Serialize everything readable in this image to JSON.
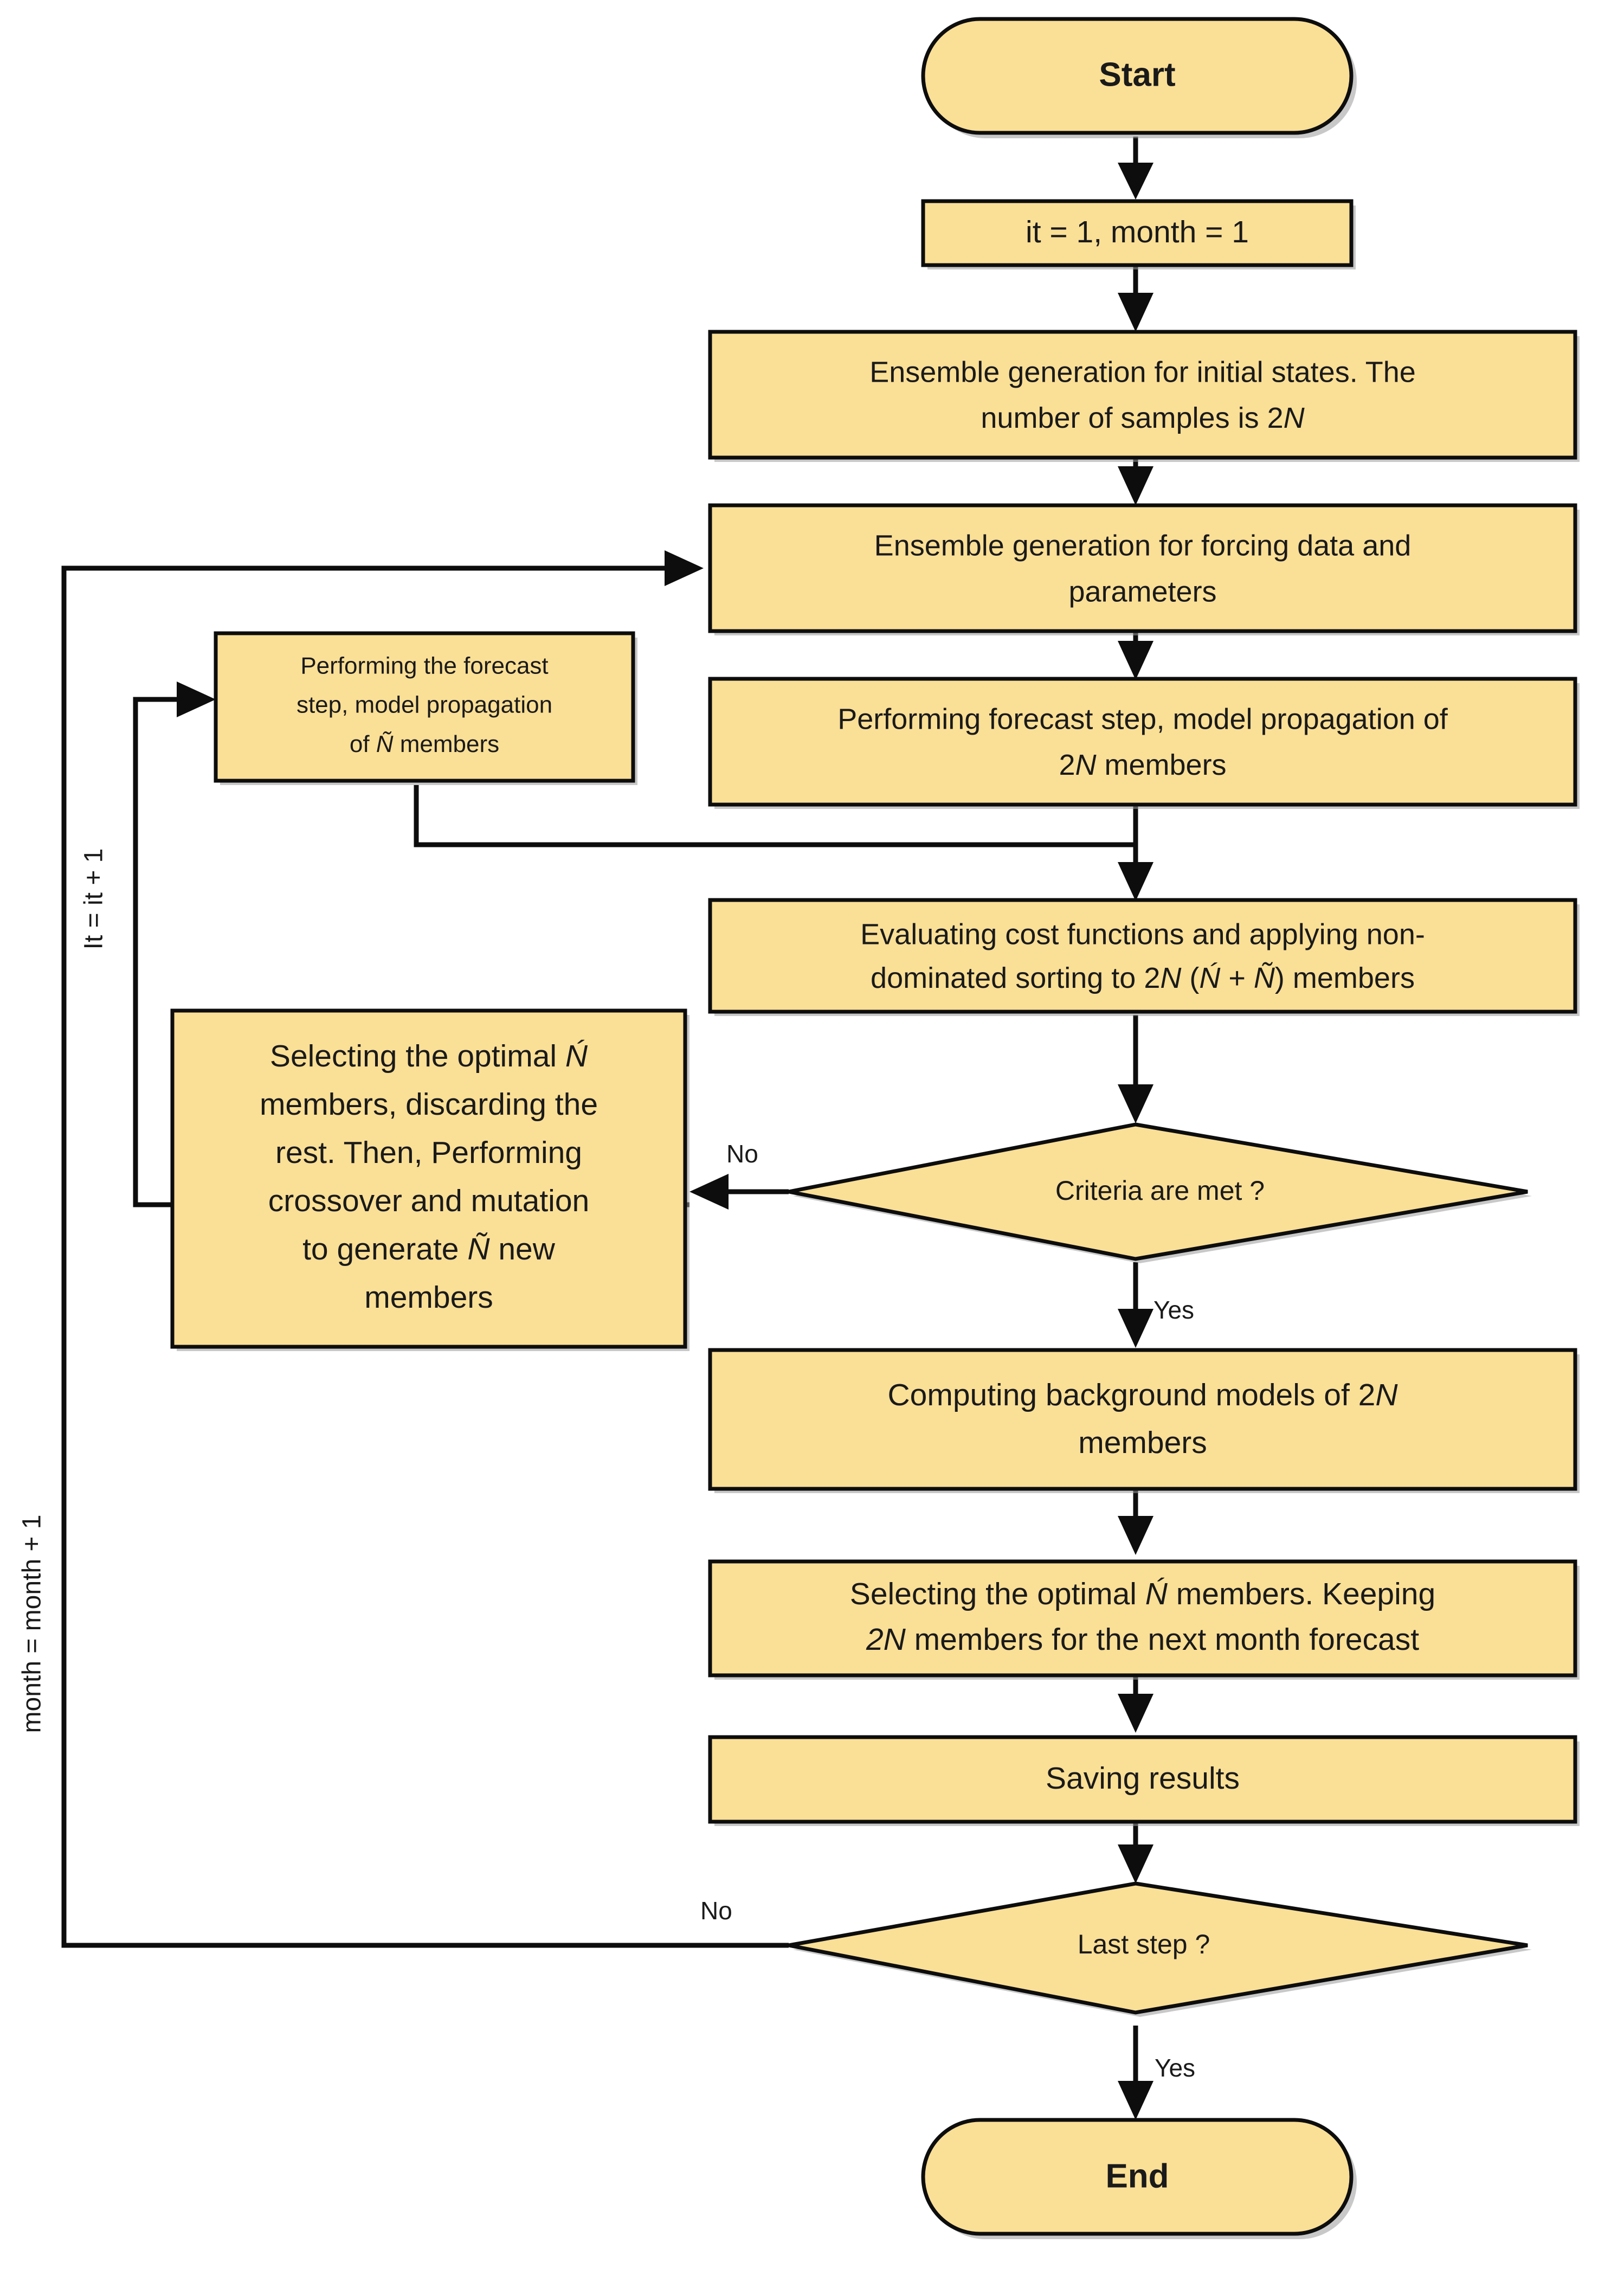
{
  "diagram": {
    "title": "Multi-objective ensemble data assimilation flowchart",
    "colors": {
      "node_fill": "#fadf96",
      "node_stroke": "#0d0d0d",
      "edge": "#0d0d0d",
      "background": "#ffffff"
    },
    "nodes": {
      "start": {
        "label": "Start",
        "shape": "terminator"
      },
      "init": {
        "label": "it = 1, month = 1",
        "shape": "process"
      },
      "ensemble_initial": {
        "shape": "process",
        "line1": "Ensemble generation for initial states. The",
        "line2_a": "number of samples is 2",
        "line2_italic": "N"
      },
      "ensemble_forcing": {
        "shape": "process",
        "line1": "Ensemble generation for forcing data and",
        "line2": "parameters"
      },
      "forecast_2n": {
        "shape": "process",
        "line1": "Performing forecast step, model propagation of",
        "line2_a": "2",
        "line2_italic": "N",
        "line2_b": " members"
      },
      "forecast_ntilde": {
        "shape": "process",
        "line1": "Performing the forecast",
        "line2": "step, model propagation",
        "line3_a": "of ",
        "line3_italic": "Ñ",
        "line3_b": " members"
      },
      "cost_sorting": {
        "shape": "process",
        "line1": "Evaluating cost functions and applying non-",
        "line2_a": "dominated sorting to 2",
        "line2_italic_1": "N",
        "line2_b": " (",
        "line2_italic_2": "Ń",
        "line2_c": " + ",
        "line2_italic_3": "Ñ",
        "line2_d": ") members"
      },
      "select_crossover": {
        "shape": "process",
        "line1_a": "Selecting the optimal ",
        "line1_italic": "Ń",
        "line2": "members, discarding the",
        "line3": "rest. Then, Performing",
        "line4": "crossover and mutation",
        "line5_a": "to generate ",
        "line5_italic": "Ñ",
        "line5_b": " new",
        "line6": "members"
      },
      "criteria": {
        "label": "Criteria are met ?",
        "shape": "decision"
      },
      "background_models": {
        "shape": "process",
        "line1_a": "Computing background models of 2",
        "line1_italic": "N",
        "line2": "members"
      },
      "select_keep": {
        "shape": "process",
        "line1_a": "Selecting the optimal ",
        "line1_italic": "Ń",
        "line1_b": " members. Keeping",
        "line2_italic": "2N",
        "line2_b": " members for the next month forecast"
      },
      "saving": {
        "label": "Saving results",
        "shape": "process"
      },
      "last_step": {
        "label": "Last step ?",
        "shape": "decision"
      },
      "end": {
        "label": "End",
        "shape": "terminator"
      }
    },
    "edge_labels": {
      "criteria_no": "No",
      "criteria_yes": "Yes",
      "last_no": "No",
      "last_yes": "Yes",
      "iteration_loop": "It = it + 1",
      "month_loop": "month = month + 1"
    }
  }
}
